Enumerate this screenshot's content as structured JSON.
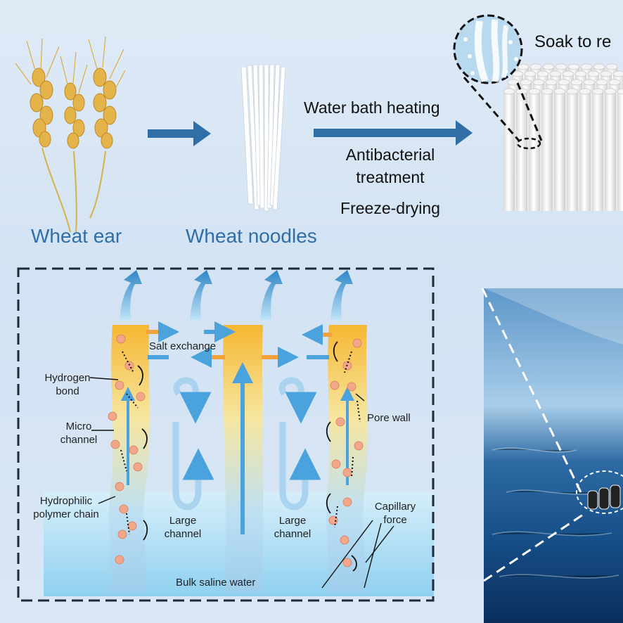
{
  "stages": {
    "wheat_ear": "Wheat ear",
    "wheat_noodles": "Wheat noodles",
    "soak": "Soak to re"
  },
  "process_steps": [
    "Water bath heating",
    "Antibacterial",
    "treatment",
    "Freeze-drying"
  ],
  "mechanism_labels": {
    "salt_exchange": "Salt exchange",
    "hydrogen_bond": [
      "Hydrogen",
      "bond"
    ],
    "micro_channel": [
      "Micro",
      "channel"
    ],
    "hydrophilic_chain": [
      "Hydrophilic",
      "polymer chain"
    ],
    "large_channel_left": [
      "Large",
      "channel"
    ],
    "large_channel_right": [
      "Large",
      "channel"
    ],
    "pore_wall": "Pore wall",
    "capillary_force": [
      "Capillary",
      "force"
    ],
    "bulk_water": "Bulk saline water"
  },
  "colors": {
    "arrow_blue": "#2f6ea6",
    "salt_orange": "#f2a33a",
    "water_blue": "#4aa3dd",
    "molecule": "#f3a78a",
    "sea_deep": "#0e3a6b"
  }
}
